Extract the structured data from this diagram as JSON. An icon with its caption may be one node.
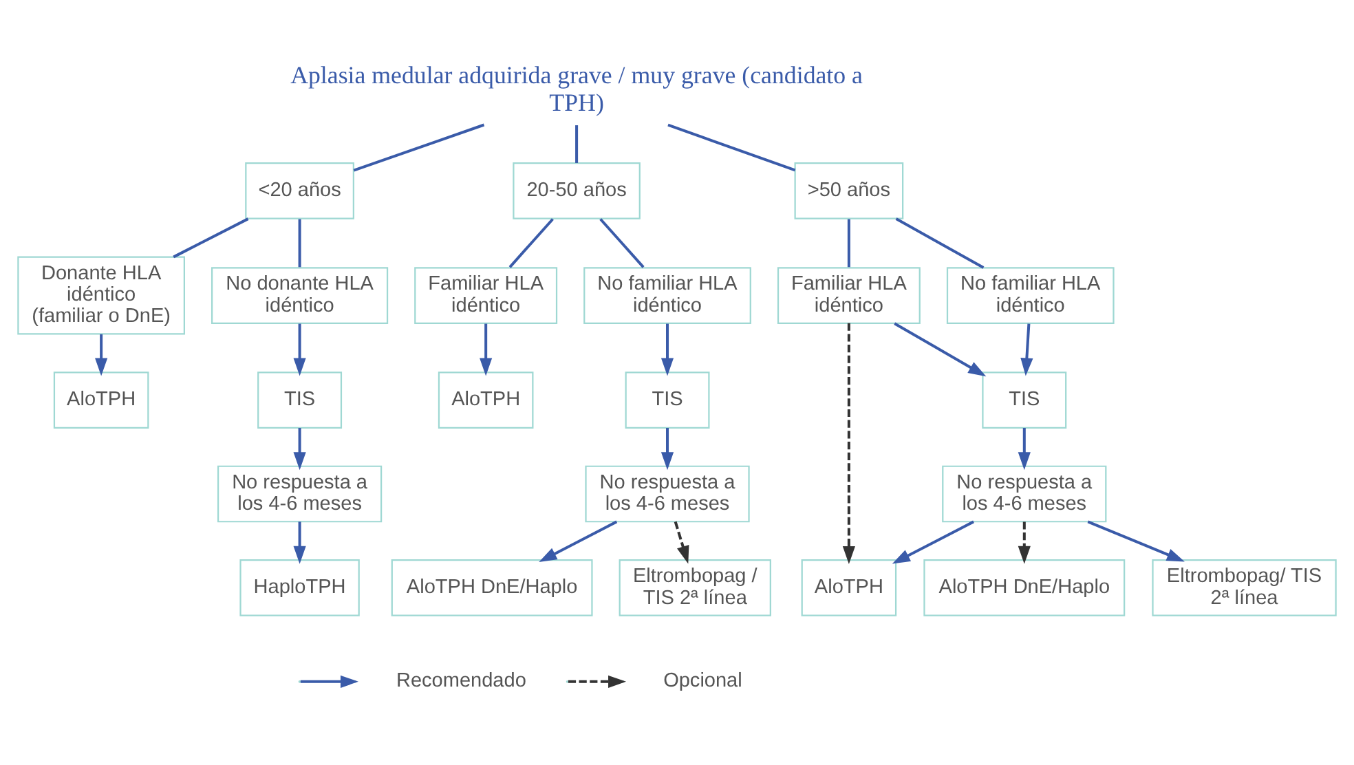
{
  "diagram": {
    "nodes": [
      {
        "text": [
          "Aplasia medular adquirida grave / muy grave (candidato a TPH)"
        ]
      },
      {
        "text": [
          "<20 años"
        ]
      },
      {
        "text": [
          "20-50 años"
        ]
      },
      {
        "text": [
          ">50 años"
        ]
      },
      {
        "text": [
          "Donante HLA idéntico (familiar o DnE)"
        ]
      },
      {
        "text": [
          "No donante HLA idéntico"
        ]
      },
      {
        "text": [
          "AloTPH"
        ]
      },
      {
        "text": [
          "TIS"
        ]
      },
      {
        "text": [
          "No respuesta a los 4-6 meses"
        ]
      },
      {
        "text": [
          "HaploTPH"
        ]
      },
      {
        "text": [
          "Familiar HLA idéntico"
        ]
      },
      {
        "text": [
          "No familiar HLA idéntico"
        ]
      },
      {
        "text": [
          "AloTPH"
        ]
      },
      {
        "text": [
          "TIS"
        ]
      },
      {
        "text": [
          "No respuesta a los 4-6 meses"
        ]
      },
      {
        "text": [
          "AloTPH DnE/Haplo"
        ]
      },
      {
        "text": [
          "Eltrombopag / TIS 2ª línea"
        ]
      },
      {
        "text": [
          "Familiar HLA idéntico"
        ]
      },
      {
        "text": [
          "No familiar HLA idéntico"
        ]
      },
      {
        "text": [
          "AloTPH"
        ]
      },
      {
        "text": [
          "TIS"
        ]
      },
      {
        "text": [
          "No respuesta a los 4-6 meses"
        ]
      },
      {
        "text": [
          "AloTPH DnE/Haplo"
        ]
      },
      {
        "text": [
          "Eltrombopag/ TIS 2ª línea"
        ]
      }
    ],
    "edges": [
      {
        "from": 0,
        "to": 1,
        "arrow": "none"
      },
      {
        "from": 0,
        "to": 2,
        "arrow": "none"
      },
      {
        "from": 0,
        "to": 3,
        "arrow": "none"
      },
      {
        "from": 1,
        "to": 4,
        "arrow": "none"
      },
      {
        "from": 1,
        "to": 5,
        "arrow": "none"
      },
      {
        "from": 4,
        "to": 6,
        "arrow": "to"
      },
      {
        "from": 5,
        "to": 7,
        "arrow": "to"
      },
      {
        "from": 7,
        "to": 8,
        "arrow": "to"
      },
      {
        "from": 8,
        "to": 9,
        "arrow": "to"
      },
      {
        "from": 2,
        "to": 10,
        "arrow": "none"
      },
      {
        "from": 2,
        "to": 11,
        "arrow": "none"
      },
      {
        "from": 10,
        "to": 12,
        "arrow": "to"
      },
      {
        "from": 11,
        "to": 13,
        "arrow": "to"
      },
      {
        "from": 13,
        "to": 14,
        "arrow": "to"
      },
      {
        "from": 14,
        "to": 15,
        "arrow": "to"
      },
      {
        "from": 14,
        "to": 16,
        "arrow": "to",
        "style": "dashed",
        "color": "#333333"
      },
      {
        "from": 3,
        "to": 17,
        "arrow": "none"
      },
      {
        "from": 3,
        "to": 18,
        "arrow": "none"
      },
      {
        "from": 17,
        "to": 19,
        "arrow": "to",
        "style": "dashed",
        "color": "#333333"
      },
      {
        "from": 17,
        "to": 20,
        "arrow": "to"
      },
      {
        "from": 18,
        "to": 20,
        "arrow": "to"
      },
      {
        "from": 20,
        "to": 21,
        "arrow": "to"
      },
      {
        "from": 21,
        "to": 19,
        "arrow": "to"
      },
      {
        "from": 21,
        "to": 22,
        "arrow": "to",
        "style": "dashed",
        "color": "#333333"
      },
      {
        "from": 21,
        "to": 23,
        "arrow": "to"
      }
    ],
    "legend": [
      {
        "text": "Recomendado"
      },
      {
        "text": "Opcional"
      }
    ]
  }
}
